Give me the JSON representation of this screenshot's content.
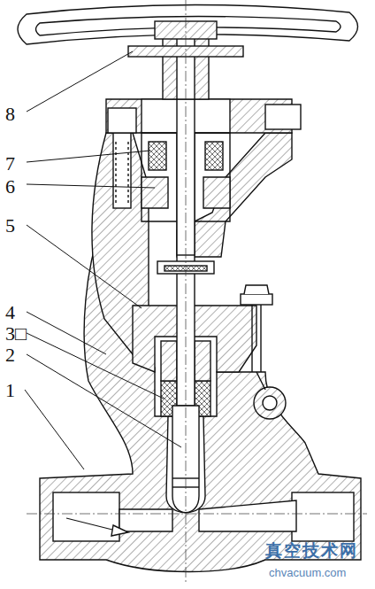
{
  "diagram": {
    "labels": [
      "8",
      "7",
      "6",
      "5",
      "4",
      "3□",
      "2",
      "1",
      "真空技术网",
      "chvacuum.com"
    ]
  }
}
